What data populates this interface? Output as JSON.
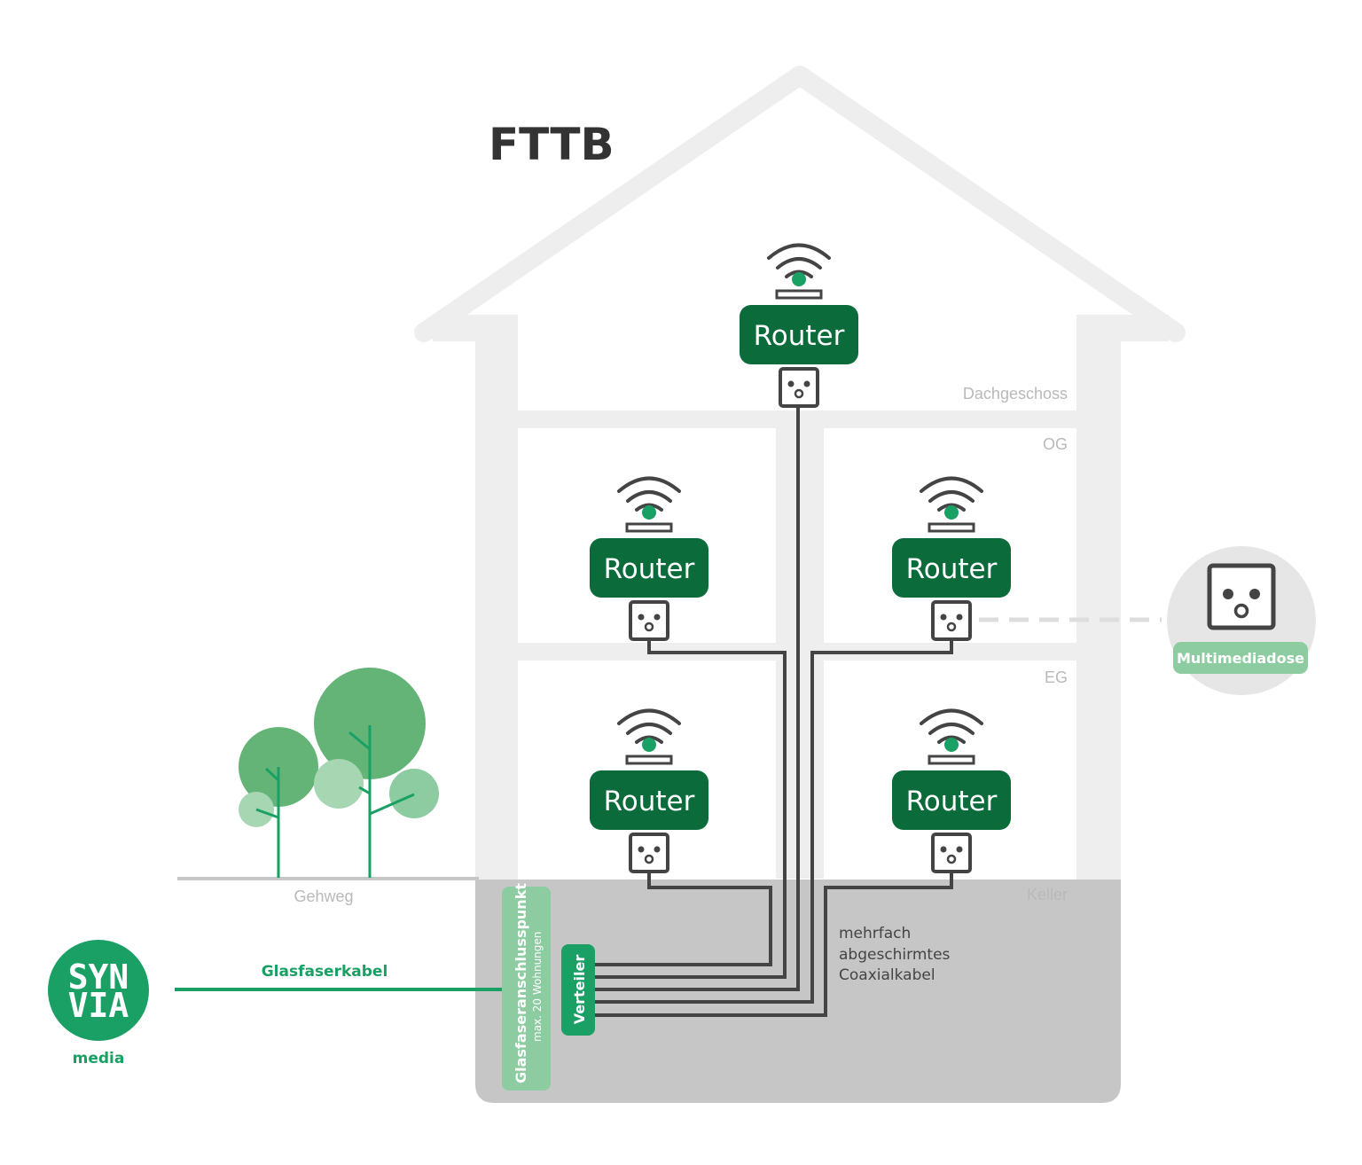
{
  "title": "FTTB",
  "colors": {
    "dark_green": "#0b6b3a",
    "accent_green": "#1aa064",
    "light_green": "#8dcca0",
    "house_gray": "#eeeeee",
    "cellar_gray": "#c6c6c6",
    "cable": "#444444"
  },
  "floors": {
    "attic": "Dachgeschoss",
    "upper": "OG",
    "ground": "EG",
    "cellar": "Keller"
  },
  "router_label": "Router",
  "sidewalk_label": "Gehweg",
  "fiber_cable_label": "Glasfaserkabel",
  "connection_point": {
    "label": "Glasfaseranschlusspunkt",
    "sublabel": "max. 20 Wohnungen"
  },
  "distributor_label": "Verteiler",
  "coax_label": {
    "line1": "mehrfach",
    "line2": "abgeschirmtes",
    "line3": "Coaxialkabel"
  },
  "multimedia_socket_label": "Multimediadose",
  "logo": {
    "line1": "SYN",
    "line2": "VIA",
    "subtitle": "media"
  },
  "icons": [
    "wifi-icon",
    "socket-icon",
    "tree-icon"
  ]
}
